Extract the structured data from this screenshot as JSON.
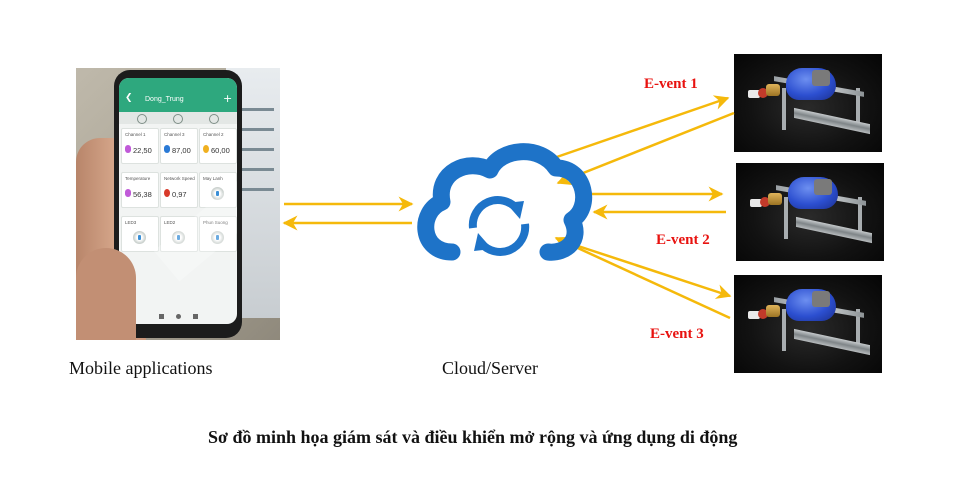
{
  "captions": {
    "mobile": "Mobile applications",
    "cloud": "Cloud/Server",
    "diagram": "Sơ đồ minh họa giám sát và điều khiển mở rộng và ứng dụng di động"
  },
  "events": {
    "event1": "E-vent  1",
    "event2": "E-vent  2",
    "event3": "E-vent  3"
  },
  "phone_app": {
    "title": "Dong_Trung",
    "cards": [
      {
        "label": "Channel 1",
        "value": "22,50"
      },
      {
        "label": "Channel 3",
        "value": "87,00"
      },
      {
        "label": "Channel 2",
        "value": "60,00"
      },
      {
        "label": "Temperature",
        "value": "56,38"
      },
      {
        "label": "Network Speed",
        "value": "0,97"
      },
      {
        "label": "May Lanh",
        "value": ""
      },
      {
        "label": "LED3",
        "value": ""
      },
      {
        "label": "LED2",
        "value": ""
      },
      {
        "label": "Phun Suong",
        "value": ""
      }
    ]
  },
  "colors": {
    "arrow": "#f5b90b",
    "cloud": "#1e73c8",
    "event_text": "#e8120f",
    "app_header": "#2ea87e"
  },
  "icons": {
    "cloud": "cloud-sync-icon",
    "arrow": "arrow-icon"
  }
}
